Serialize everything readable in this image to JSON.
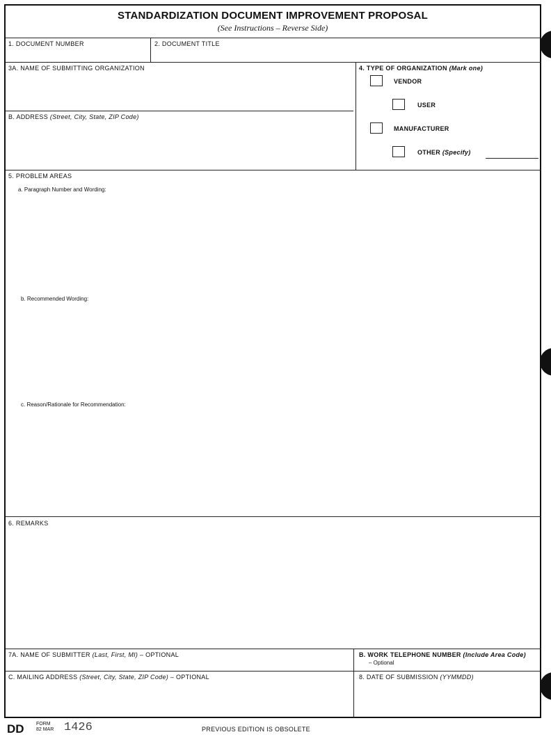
{
  "header": {
    "title": "STANDARDIZATION DOCUMENT IMPROVEMENT PROPOSAL",
    "subtitle": "(See Instructions – Reverse Side)"
  },
  "fields": {
    "doc_number_label": "1. DOCUMENT NUMBER",
    "doc_title_label": "2. DOCUMENT TITLE",
    "org_name_label": "3a. NAME OF SUBMITTING ORGANIZATION",
    "address_label": "b. ADDRESS",
    "address_hint": "(Street, City, State, ZIP Code)",
    "org_type_label": "4. TYPE OF ORGANIZATION",
    "org_type_hint": "(Mark one)",
    "problem_label": "5. PROBLEM AREAS",
    "problem_a": "a. Paragraph Number and Wording:",
    "problem_b": "b. Recommended Wording:",
    "problem_c": "c. Reason/Rationale for Recommendation:",
    "remarks_label": "6. REMARKS",
    "submitter_name_label": "7a. NAME OF SUBMITTER",
    "submitter_name_hint": "(Last, First, MI)",
    "submitter_name_opt": "– Optional",
    "phone_label": "b. WORK TELEPHONE NUMBER",
    "phone_hint": "(Include Area Code)",
    "phone_opt": "– Optional",
    "mailing_label": "c. MAILING ADDRESS",
    "mailing_hint": "(Street, City, State, ZIP Code)",
    "mailing_opt": "– Optional",
    "date_label": "8. DATE OF SUBMISSION",
    "date_hint": "(YYMMDD)"
  },
  "org_types": {
    "vendor": "VENDOR",
    "user": "USER",
    "manufacturer": "MANUFACTURER",
    "other": "OTHER",
    "other_hint": "(Specify)"
  },
  "footer": {
    "dd": "DD",
    "form_word": "FORM",
    "form_date": "82 MAR",
    "form_number": "1426",
    "previous": "PREVIOUS EDITION IS OBSOLETE"
  }
}
